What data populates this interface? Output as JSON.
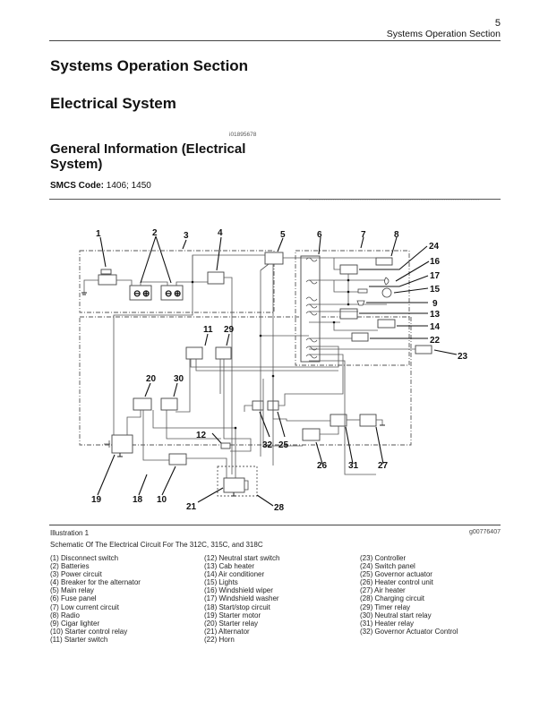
{
  "header": {
    "page_number": "5",
    "running_title": "Systems Operation Section"
  },
  "titles": {
    "section": "Systems Operation Section",
    "chapter": "Electrical System",
    "doc_id": "i01895678",
    "topic": "General Information (Electrical System)"
  },
  "smcs": {
    "label": "SMCS Code:",
    "value": "1406; 1450"
  },
  "diagram": {
    "callouts": [
      "1",
      "2",
      "3",
      "4",
      "5",
      "6",
      "7",
      "8",
      "24",
      "16",
      "17",
      "15",
      "9",
      "13",
      "14",
      "22",
      "23",
      "11",
      "29",
      "20",
      "30",
      "12",
      "32",
      "25",
      "26",
      "31",
      "27",
      "19",
      "18",
      "10",
      "21",
      "28"
    ],
    "battery_terminals": [
      "⊖",
      "⊕"
    ]
  },
  "caption": {
    "illustration_label": "Illustration 1",
    "graphic_id": "g00776407",
    "title": "Schematic Of The Electrical Circuit For The 312C, 315C, and 318C"
  },
  "legend": {
    "col1": [
      "(1) Disconnect switch",
      "(2) Batteries",
      "(3) Power circuit",
      "(4) Breaker for the alternator",
      "(5) Main relay",
      "(6) Fuse panel",
      "(7) Low current circuit",
      "(8) Radio",
      "(9) Cigar lighter",
      "(10) Starter control relay",
      "(11) Starter switch"
    ],
    "col2": [
      "(12) Neutral start switch",
      "(13) Cab heater",
      "(14) Air conditioner",
      "(15) Lights",
      "(16) Windshield wiper",
      "(17) Windshield washer",
      "(18) Start/stop circuit",
      "(19) Starter motor",
      "(20) Starter relay",
      "(21) Alternator",
      "(22) Horn"
    ],
    "col3": [
      "(23) Controller",
      "(24) Switch panel",
      "(25) Governor actuator",
      "(26) Heater control unit",
      "(27) Air heater",
      "(28) Charging circuit",
      "(29) Timer relay",
      "(30) Neutral start relay",
      "(31) Heater relay",
      "(32) Governor Actuator Control"
    ]
  }
}
